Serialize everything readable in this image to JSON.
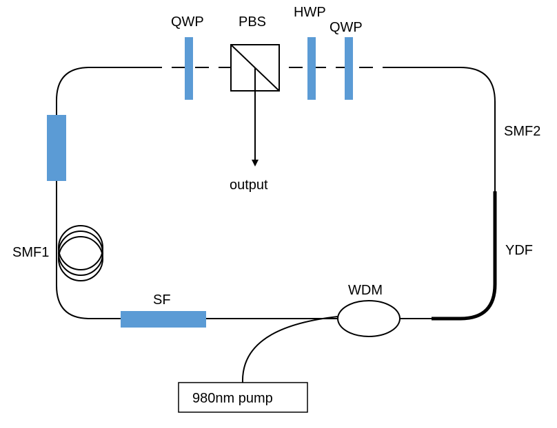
{
  "labels": {
    "qwp_left": "QWP",
    "pbs": "PBS",
    "hwp": "HWP",
    "qwp_right": "QWP",
    "smf2": "SMF2",
    "ydf": "YDF",
    "smf1": "SMF1",
    "sf": "SF",
    "wdm": "WDM",
    "output": "output",
    "pump": "980nm pump"
  },
  "colors": {
    "component_blue": "#5b9bd5",
    "line": "#000000",
    "background": "#ffffff"
  }
}
